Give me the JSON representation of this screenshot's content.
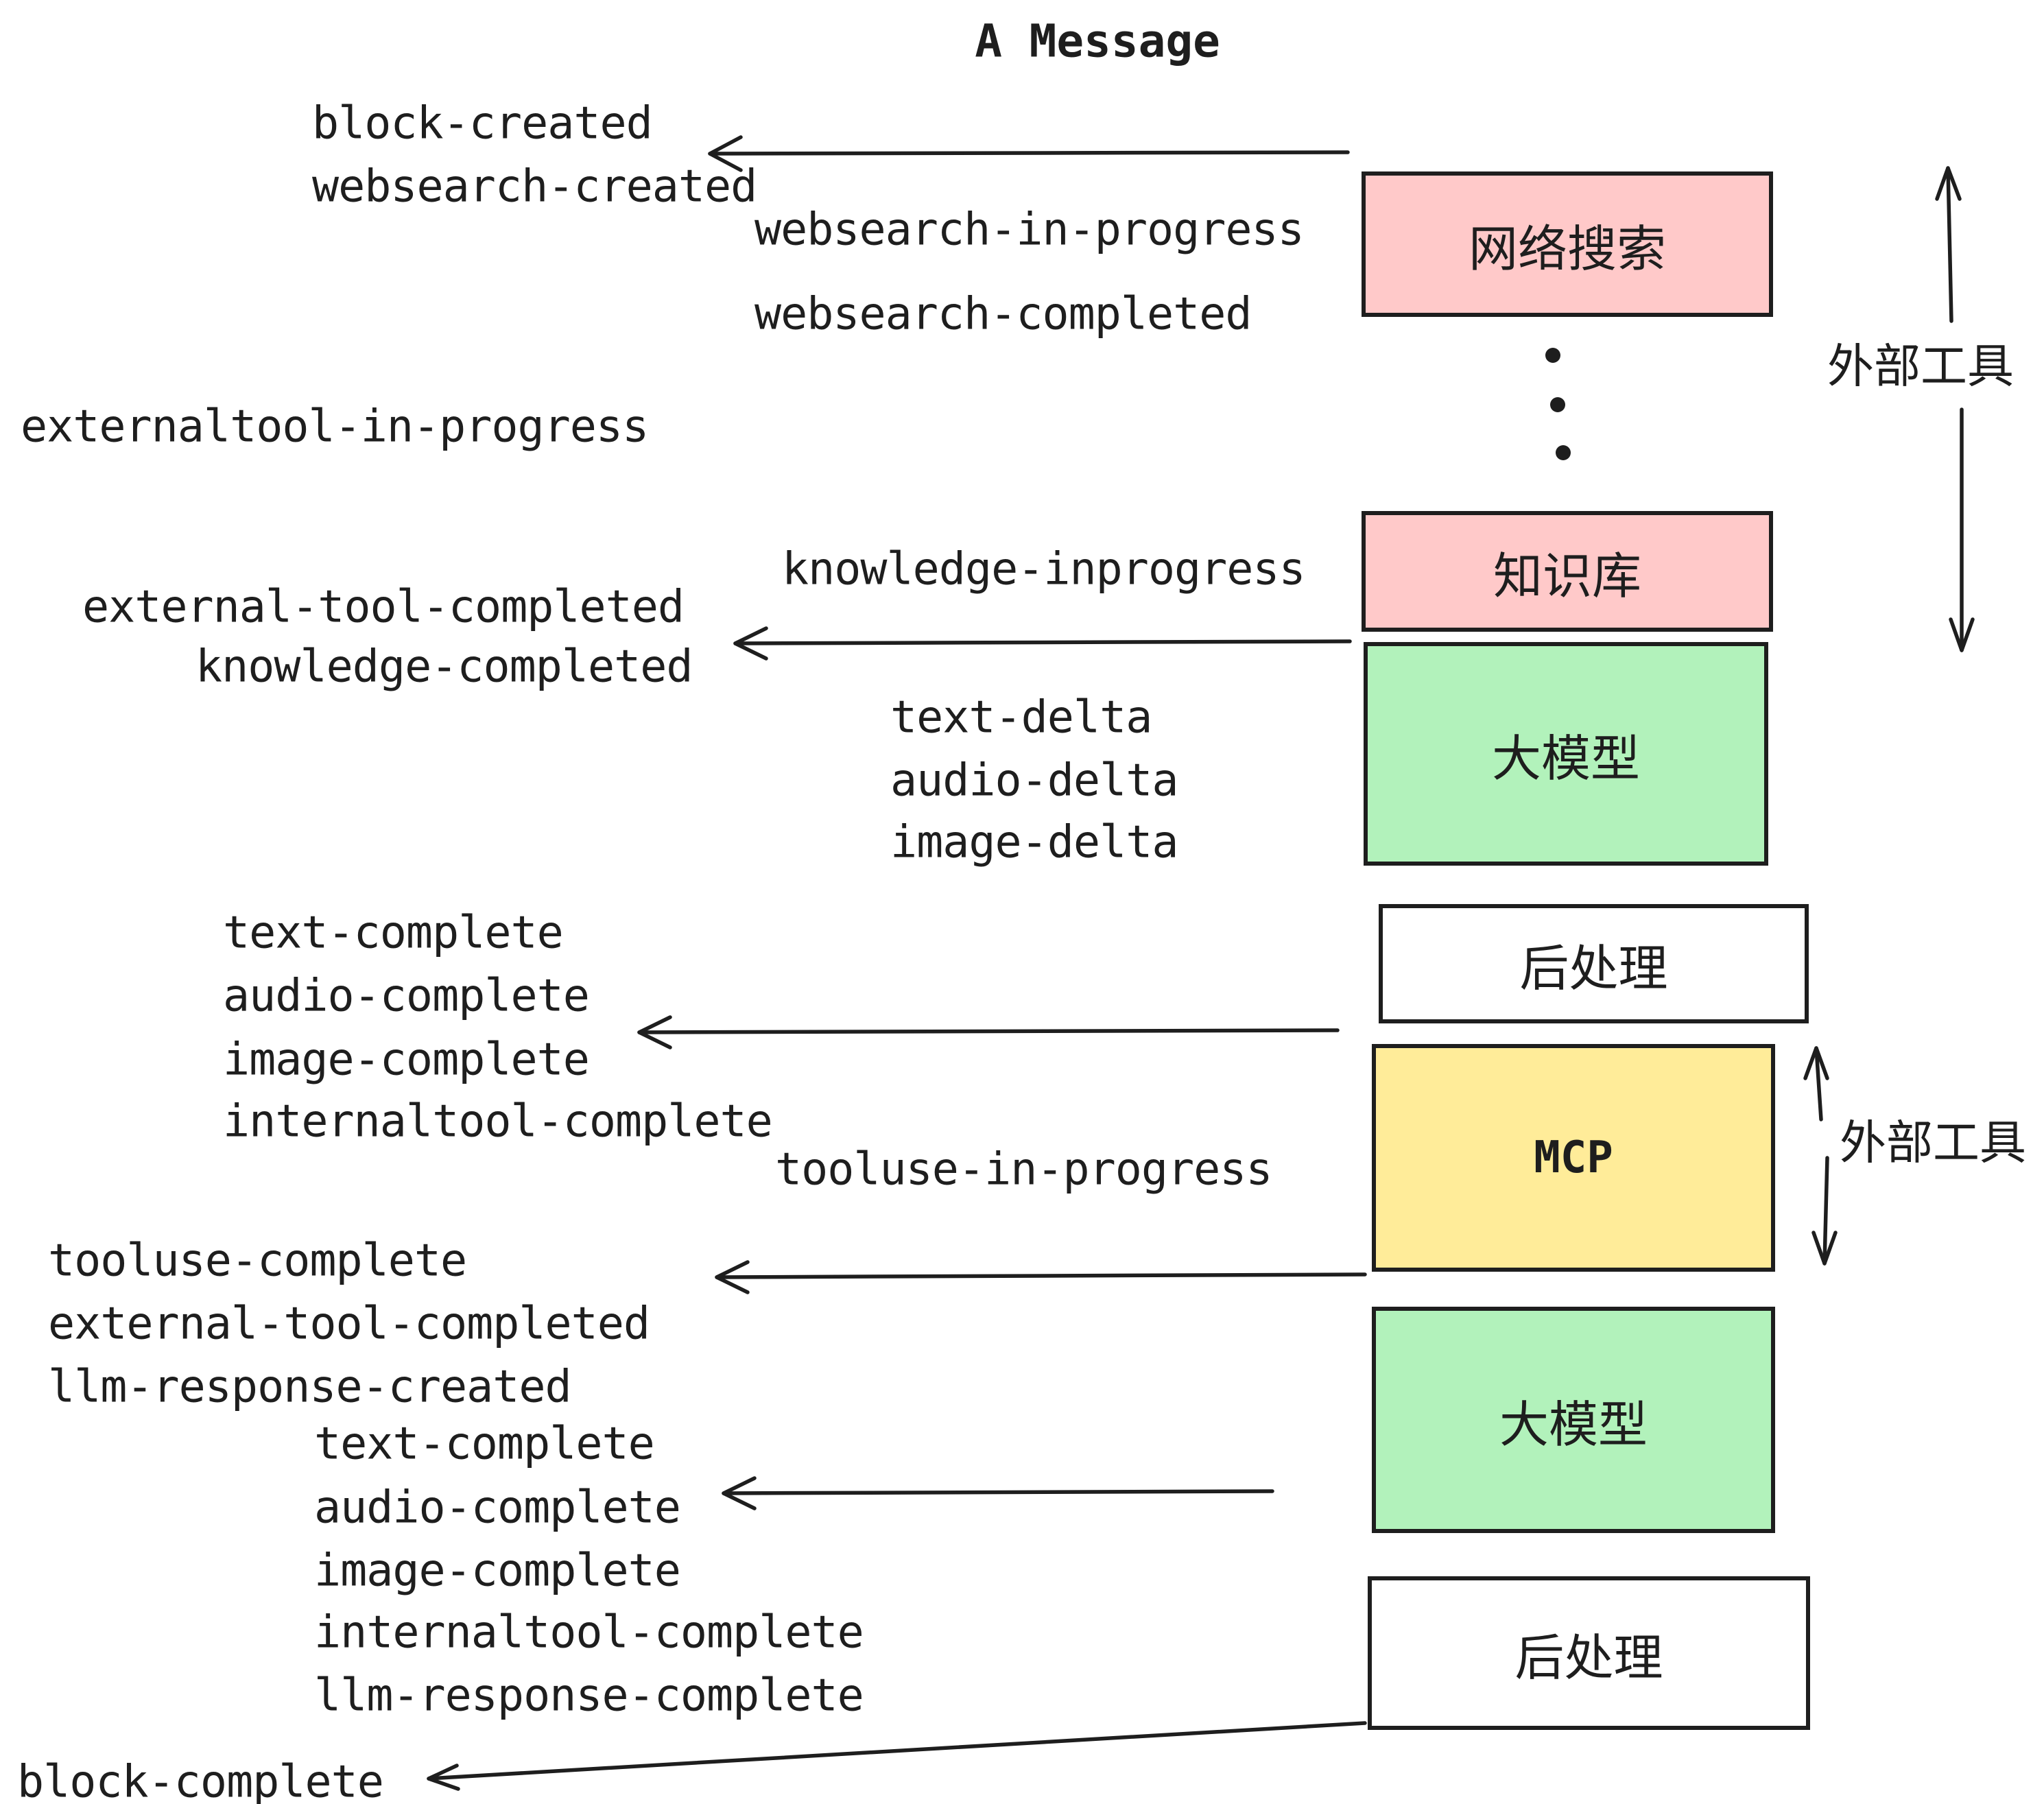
{
  "title": "A Message",
  "colors": {
    "stroke": "#1e1e1e",
    "pink": "#ffc9c9",
    "green": "#b2f2bb",
    "yellow": "#ffec99",
    "white": "#ffffff"
  },
  "boxes": {
    "websearch": "网络搜索",
    "knowledge": "知识库",
    "llm1": "大模型",
    "postprocess1": "后处理",
    "mcp": "MCP",
    "llm2": "大模型",
    "postprocess2": "后处理"
  },
  "side_labels": {
    "external_tool_top": "外部工具",
    "external_tool_mid": "外部工具"
  },
  "events": {
    "block_created": "block-created",
    "websearch_created": "websearch-created",
    "websearch_in_progress": "websearch-in-progress",
    "websearch_completed": "websearch-completed",
    "externaltool_in_progress": "externaltool-in-progress",
    "knowledge_inprogress": "knowledge-inprogress",
    "external_tool_completed_1": "external-tool-completed",
    "knowledge_completed": "knowledge-completed",
    "text_delta_1": "text-delta",
    "audio_delta_1": "audio-delta",
    "image_delta_1": "image-delta",
    "text_complete_1": "text-complete",
    "audio_complete_1": "audio-complete",
    "image_complete_1": "image-complete",
    "internaltool_complete_1": "internaltool-complete",
    "tooluse_in_progress": "tooluse-in-progress",
    "tooluse_complete": "tooluse-complete",
    "external_tool_completed_2": "external-tool-completed",
    "llm_response_created": "llm-response-created",
    "text_complete_2": "text-complete",
    "audio_complete_2": "audio-complete",
    "image_complete_2": "image-complete",
    "internaltool_complete_2": "internaltool-complete",
    "llm_response_complete": "llm-response-complete",
    "block_complete": "block-complete"
  }
}
